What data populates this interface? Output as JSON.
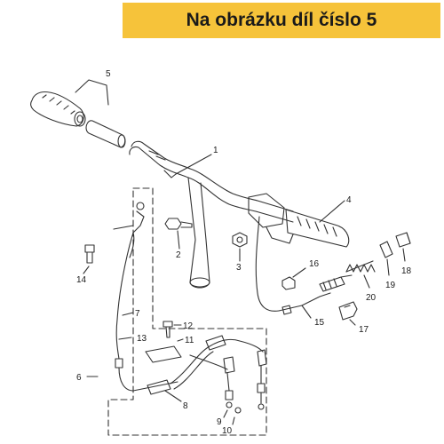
{
  "header": {
    "text": "Na obrázku díl číslo 5",
    "background": "#f6c33a"
  },
  "diagram": {
    "line_color": "#333333",
    "callouts": [
      "1",
      "2",
      "3",
      "4",
      "5",
      "6",
      "7",
      "8",
      "9",
      "10",
      "11",
      "12",
      "13",
      "14",
      "15",
      "16",
      "17",
      "18",
      "19",
      "20"
    ]
  }
}
